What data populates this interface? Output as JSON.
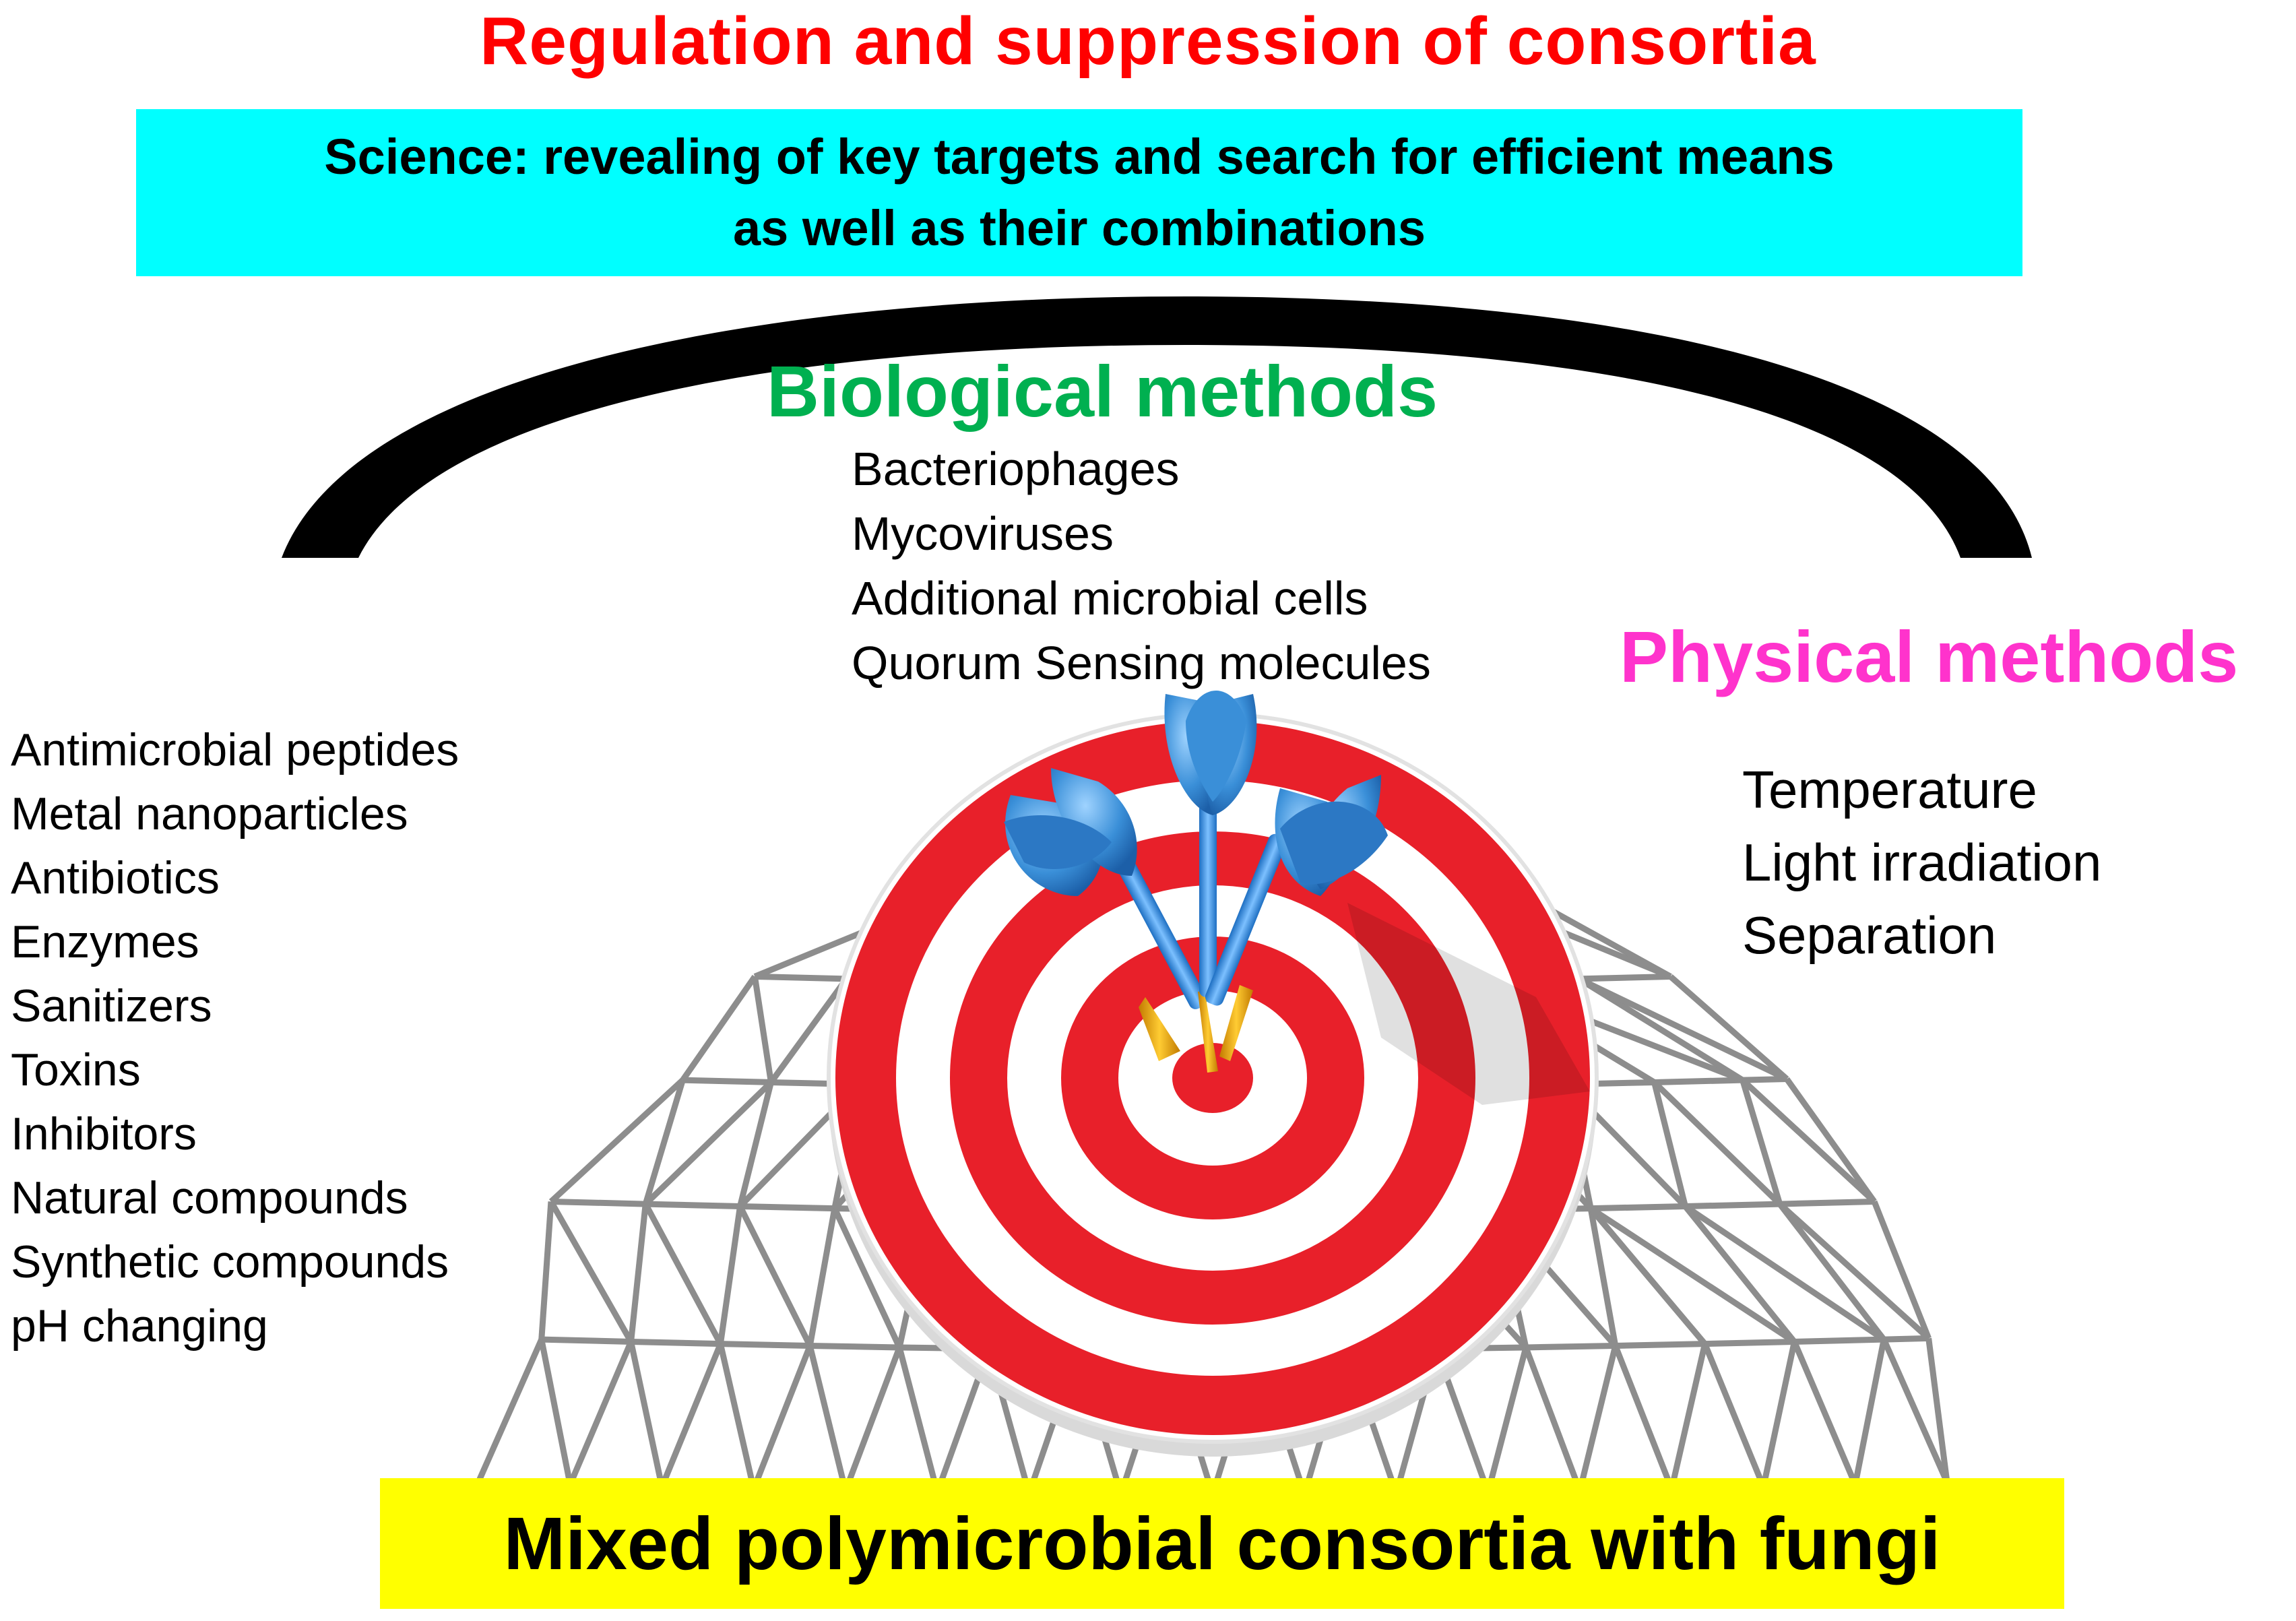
{
  "title": "Regulation and suppression of consortia",
  "science_box": {
    "line1": "Science: revealing of key targets and search for efficient means",
    "line2": "as well as their combinations"
  },
  "biological": {
    "heading": "Biological methods",
    "items": [
      "Bacteriophages",
      "Mycoviruses",
      "Additional microbial cells",
      "Quorum Sensing molecules"
    ]
  },
  "physical": {
    "heading": "Physical methods",
    "items": [
      "Temperature",
      "Light irradiation",
      "Separation"
    ]
  },
  "chemical": {
    "items": [
      "Antimicrobial peptides",
      "Metal nanoparticles",
      "Antibiotics",
      "Enzymes",
      "Sanitizers",
      "Toxins",
      "Inhibitors",
      "Natural compounds",
      "Synthetic compounds",
      "pH changing"
    ]
  },
  "bottom_box": "Mixed polymicrobial consortia with fungi",
  "colors": {
    "title": "#ff0000",
    "science_box_bg": "#00ffff",
    "biological": "#00b050",
    "physical": "#ff33cc",
    "bottom_box_bg": "#ffff00",
    "target_red": "#e8202a",
    "dart_blue": "#3a8fd8",
    "dome_wire": "#8a8a8a"
  },
  "icons": [
    "dome-wireframe",
    "dartboard-target",
    "dart",
    "arc"
  ]
}
